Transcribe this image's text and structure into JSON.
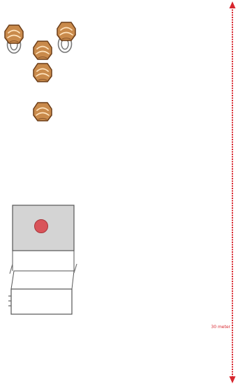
{
  "scale_bar": {
    "label": "30 meter",
    "color": "#d7262e"
  },
  "colors": {
    "helmet_fill": "#c98a4b",
    "helmet_stroke": "#6b3c17",
    "shoe_stroke": "#777777",
    "box_top_fill": "#d4d4d4",
    "box_stroke": "#555555",
    "marker_dot": "#d9545a"
  },
  "figures": [
    {
      "id": "figure-1",
      "type": "helmet-with-shoe"
    },
    {
      "id": "figure-2",
      "type": "helmet"
    },
    {
      "id": "figure-3",
      "type": "helmet-with-shoe"
    },
    {
      "id": "figure-4",
      "type": "helmet"
    },
    {
      "id": "figure-5",
      "type": "helmet"
    }
  ]
}
